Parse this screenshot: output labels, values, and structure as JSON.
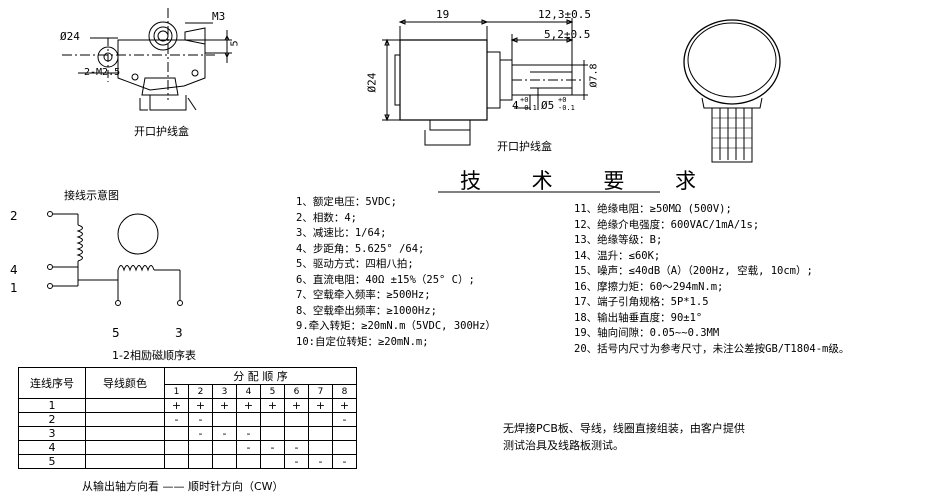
{
  "front_view": {
    "dia_label": "Ø24",
    "screw_label": "M3",
    "holes_label": "2-M2.5",
    "dim_5": "5",
    "box_label": "开口护线盒"
  },
  "side_view": {
    "dim_19": "19",
    "dim_12_3": "12,3±0.5",
    "dim_5_2": "5,2±0.5",
    "dim_d24": "Ø24",
    "dim_d7_8": "Ø7.8",
    "dim_4": "4",
    "dim_4_tol_top": "+0",
    "dim_4_tol_bot": "-0.1",
    "dim_d5": "Ø5",
    "dim_d5_tol_top": "+0",
    "dim_d5_tol_bot": "-0.1",
    "box_label": "开口护线盒"
  },
  "wiring": {
    "title": "接线示意图",
    "pin_2": "2",
    "pin_4": "4",
    "pin_1": "1",
    "pin_5": "5",
    "pin_3": "3",
    "seq_title": "1-2相励磁顺序表"
  },
  "requirements": {
    "title": "技 术 要 求",
    "left": [
      "1、额定电压：5VDC;",
      "2、相数：4;",
      "3、减速比：1/64;",
      "4、步距角：5.625° /64;",
      "5、驱动方式：四相八拍;",
      "6、直流电阻：40Ω ±15%（25° C）;",
      "7、空载牵入频率：≥500Hz;",
      "8、空载牵出频率：≥1000Hz;",
      "9.牵入转矩：≥20mN.m（5VDC, 300Hz）",
      "10:自定位转矩：≥20mN.m;"
    ],
    "right": [
      "11、绝缘电阻：≥50MΩ (500V);",
      "12、绝缘介电强度：600VAC/1mA/1s;",
      "13、绝缘等级：B;",
      "14、温升：≤60K;",
      "15、噪声：≤40dB（A）（200Hz, 空载, 10cm）;",
      "16、摩擦力矩：60～294mN.m;",
      "17、端子引角规格：5P*1.5",
      "18、输出轴垂直度：90±1°",
      "19、轴向间隙：0.05~~0.3MM",
      "20、括号内尺寸为参考尺寸，未注公差按GB/T1804-m级。"
    ]
  },
  "sequence_table": {
    "col_wire_no": "连线序号",
    "col_color": "导线颜色",
    "col_dist": "分 配 顺 序",
    "steps": [
      "1",
      "2",
      "3",
      "4",
      "5",
      "6",
      "7",
      "8"
    ],
    "rows": [
      {
        "no": "1",
        "cells": [
          "+",
          "+",
          "+",
          "+",
          "+",
          "+",
          "+",
          "+"
        ]
      },
      {
        "no": "2",
        "cells": [
          "-",
          "-",
          "",
          "",
          "",
          "",
          "",
          "-"
        ]
      },
      {
        "no": "3",
        "cells": [
          "",
          "-",
          "-",
          "-",
          "",
          "",
          "",
          ""
        ]
      },
      {
        "no": "4",
        "cells": [
          "",
          "",
          "",
          "-",
          "-",
          "-",
          "",
          ""
        ]
      },
      {
        "no": "5",
        "cells": [
          "",
          "",
          "",
          "",
          "",
          "-",
          "-",
          "-"
        ]
      }
    ],
    "footer": "从输出轴方向看 —— 顺时针方向（CW）"
  },
  "note": {
    "line1": "无焊接PCB板、导线，线圈直接组装，由客户提供",
    "line2": "测试治具及线路板测试。"
  }
}
